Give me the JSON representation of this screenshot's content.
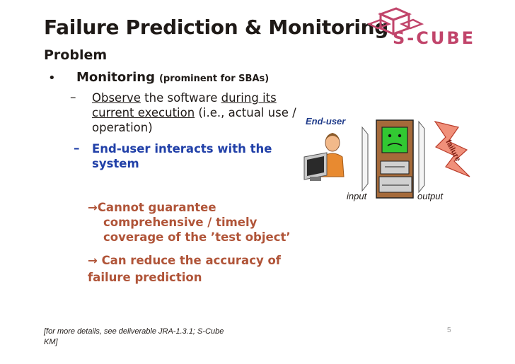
{
  "slide": {
    "title": "Failure Prediction & Monitoring",
    "subtitle": "Problem",
    "logo": {
      "text": "S-CUBE",
      "brand_color": "#c1456b"
    },
    "bullet": {
      "marker": "•",
      "label": "Monitoring",
      "note": "(prominent for SBAs)"
    },
    "sub_bullets": [
      {
        "marker": "–",
        "parts": [
          "Observe",
          " the software ",
          "during its current execution",
          " (i.e., actual use / operation)"
        ]
      },
      {
        "marker": "–",
        "text": "End-user interacts with the system"
      }
    ],
    "consequences": [
      {
        "arrow": "→",
        "lines": [
          "Cannot guarantee",
          "comprehensive / timely",
          "coverage of the ’test object’"
        ]
      },
      {
        "arrow": "→",
        "lines": [
          " Can reduce the accuracy of",
          "failure prediction"
        ]
      }
    ],
    "diagram": {
      "end_user_label": "End-user",
      "input_label": "input",
      "output_label": "output",
      "failure_label": "failure"
    },
    "footer": "[for more details, see deliverable JRA-1.3.1; S-Cube KM]",
    "page_number": "5"
  }
}
